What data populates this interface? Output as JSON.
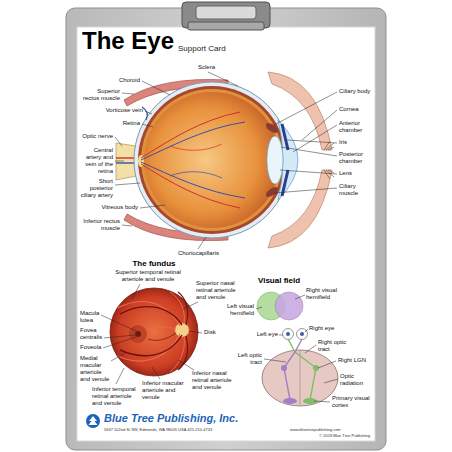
{
  "diagram": {
    "title": "The Eye",
    "labels": [
      "Support Card",
      "Sclera",
      "Choroid",
      "Superior rectus muscle",
      "Vorticose vein",
      "Retina",
      "Optic nerve",
      "Central artery and vein of the retina",
      "Short posterior ciliary artery",
      "Vitreous body",
      "Inferior rectus muscle",
      "Choriocapillaris",
      "Ciliary body",
      "Cornea",
      "Anterior chamber",
      "Iris",
      "Posterior chamber",
      "Lens",
      "Ciliary muscle",
      "The fundus",
      "Superior temporal retinal arteriole and venule",
      "Superior nasal retinal arteriole and venule",
      "Macula lutea",
      "Fovea centralis",
      "Foveola",
      "Medial macular arteriole and venule",
      "Inferior temporal retinal arteriole and venule",
      "Inferior macular arteriole and venule",
      "Inferior nasal retinal arteriole and venule",
      "Disk",
      "Visual field",
      "Left visual hemifield",
      "Right visual hemifield",
      "Right eye",
      "Left eye",
      "Right optic tract",
      "Right LGN",
      "Left optic tract",
      "Optic radiation",
      "Primary visual cortex",
      "Blue Tree Publishing, Inc.",
      "5637 102nd St SW, Edmonds, WA 98026 USA 425-210-4743",
      "www.bluetreepublishing.com",
      "© 2018 Blue Tree Publishing"
    ]
  }
}
